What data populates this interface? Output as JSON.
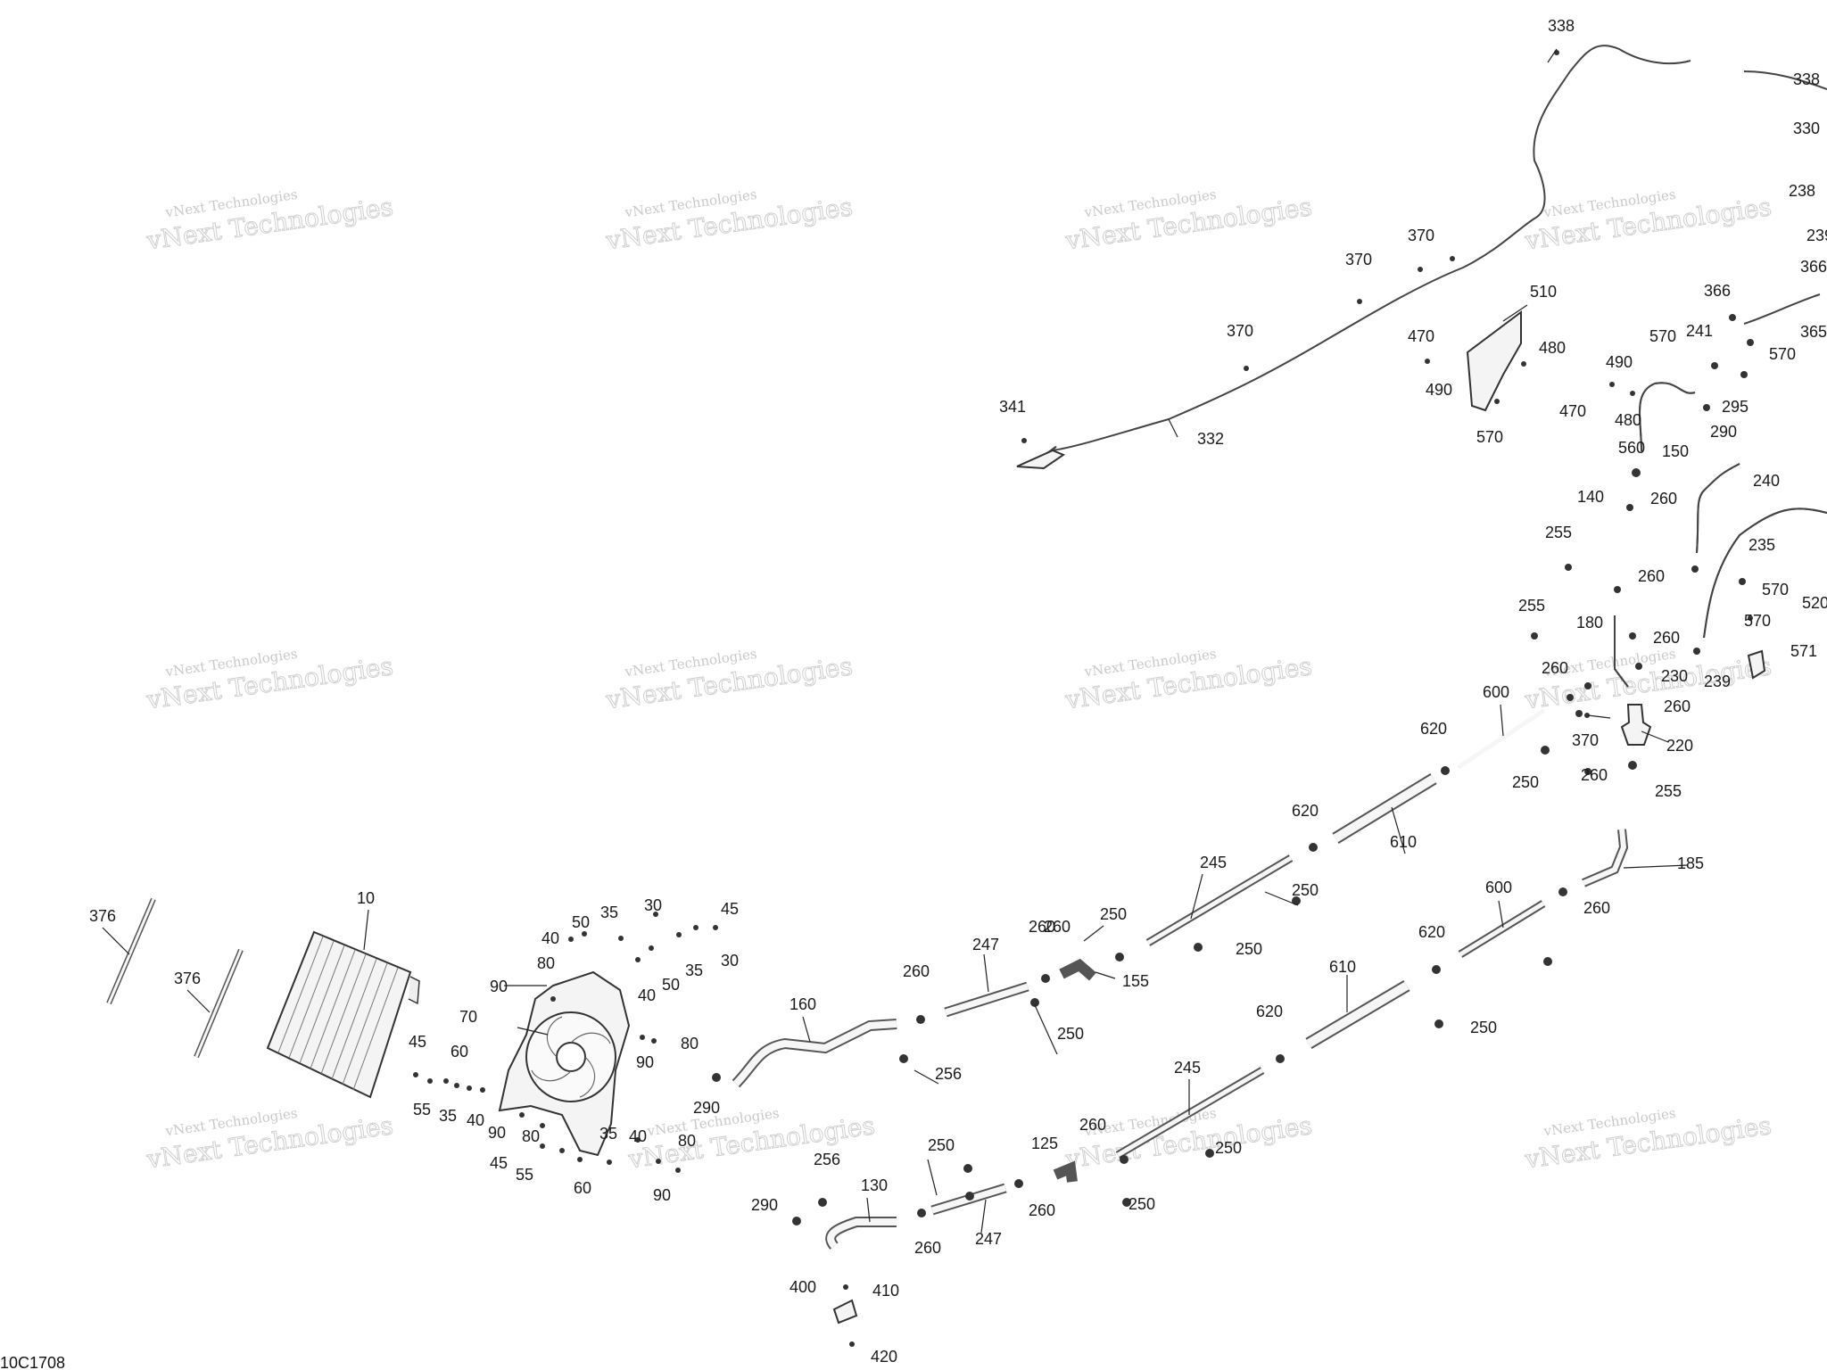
{
  "watermark": {
    "line1": "vNext Technologies",
    "big": "vNext Technologies",
    "big_short": "Technologies"
  },
  "figure_ref": "10C1708",
  "callouts": [
    {
      "id": "c338a",
      "text": "338"
    },
    {
      "id": "c338b",
      "text": "338"
    },
    {
      "id": "c330",
      "text": "330"
    },
    {
      "id": "c238",
      "text": "238"
    },
    {
      "id": "c239t",
      "text": "239"
    },
    {
      "id": "c366b",
      "text": "366"
    },
    {
      "id": "c366",
      "text": "366"
    },
    {
      "id": "c365",
      "text": "365"
    },
    {
      "id": "c370a",
      "text": "370"
    },
    {
      "id": "c370b",
      "text": "370"
    },
    {
      "id": "c370c",
      "text": "370"
    },
    {
      "id": "c341",
      "text": "341"
    },
    {
      "id": "c332",
      "text": "332"
    },
    {
      "id": "c510",
      "text": "510"
    },
    {
      "id": "c470a",
      "text": "470"
    },
    {
      "id": "c490a",
      "text": "490"
    },
    {
      "id": "c480a",
      "text": "480"
    },
    {
      "id": "c570a",
      "text": "570"
    },
    {
      "id": "c490b",
      "text": "490"
    },
    {
      "id": "c470b",
      "text": "470"
    },
    {
      "id": "c480b",
      "text": "480"
    },
    {
      "id": "c570b",
      "text": "570"
    },
    {
      "id": "c241",
      "text": "241"
    },
    {
      "id": "c570c",
      "text": "570"
    },
    {
      "id": "c295",
      "text": "295"
    },
    {
      "id": "c290a",
      "text": "290"
    },
    {
      "id": "c150",
      "text": "150"
    },
    {
      "id": "c560",
      "text": "560"
    },
    {
      "id": "c240",
      "text": "240"
    },
    {
      "id": "c140",
      "text": "140"
    },
    {
      "id": "c260a",
      "text": "260"
    },
    {
      "id": "c255a",
      "text": "255"
    },
    {
      "id": "c235",
      "text": "235"
    },
    {
      "id": "c260b",
      "text": "260"
    },
    {
      "id": "c570d",
      "text": "570"
    },
    {
      "id": "c520",
      "text": "520"
    },
    {
      "id": "c255b",
      "text": "255"
    },
    {
      "id": "c180",
      "text": "180"
    },
    {
      "id": "c570e",
      "text": "570"
    },
    {
      "id": "c260c",
      "text": "260"
    },
    {
      "id": "c571",
      "text": "571"
    },
    {
      "id": "c260d",
      "text": "260"
    },
    {
      "id": "c230",
      "text": "230"
    },
    {
      "id": "c239",
      "text": "239"
    },
    {
      "id": "c600a",
      "text": "600"
    },
    {
      "id": "c260e",
      "text": "260"
    },
    {
      "id": "c370d",
      "text": "370"
    },
    {
      "id": "c620a",
      "text": "620"
    },
    {
      "id": "c220",
      "text": "220"
    },
    {
      "id": "c250a",
      "text": "250"
    },
    {
      "id": "c260f",
      "text": "260"
    },
    {
      "id": "c255c",
      "text": "255"
    },
    {
      "id": "c620b",
      "text": "620"
    },
    {
      "id": "c610a",
      "text": "610"
    },
    {
      "id": "c185",
      "text": "185"
    },
    {
      "id": "c245a",
      "text": "245"
    },
    {
      "id": "c250b",
      "text": "250"
    },
    {
      "id": "c600b",
      "text": "600"
    },
    {
      "id": "c260g",
      "text": "260"
    },
    {
      "id": "c260h",
      "text": "260"
    },
    {
      "id": "c250c",
      "text": "250"
    },
    {
      "id": "c247a",
      "text": "247"
    },
    {
      "id": "c260i",
      "text": "260"
    },
    {
      "id": "c155",
      "text": "155"
    },
    {
      "id": "c620c",
      "text": "620"
    },
    {
      "id": "c250d",
      "text": "250"
    },
    {
      "id": "c610b",
      "text": "610"
    },
    {
      "id": "c260j",
      "text": "260"
    },
    {
      "id": "c160",
      "text": "160"
    },
    {
      "id": "c250e",
      "text": "250"
    },
    {
      "id": "c620d",
      "text": "620"
    },
    {
      "id": "c250f",
      "text": "250"
    },
    {
      "id": "c256a",
      "text": "256"
    },
    {
      "id": "c245b",
      "text": "245"
    },
    {
      "id": "c10",
      "text": "10"
    },
    {
      "id": "c376a",
      "text": "376"
    },
    {
      "id": "c376b",
      "text": "376"
    },
    {
      "id": "c30a",
      "text": "30"
    },
    {
      "id": "c35a",
      "text": "35"
    },
    {
      "id": "c45a",
      "text": "45"
    },
    {
      "id": "c50a",
      "text": "50"
    },
    {
      "id": "c40a",
      "text": "40"
    },
    {
      "id": "c35b",
      "text": "35"
    },
    {
      "id": "c30b",
      "text": "30"
    },
    {
      "id": "c80a",
      "text": "80"
    },
    {
      "id": "c50b",
      "text": "50"
    },
    {
      "id": "c90a",
      "text": "90"
    },
    {
      "id": "c40b",
      "text": "40"
    },
    {
      "id": "c70",
      "text": "70"
    },
    {
      "id": "c80b",
      "text": "80"
    },
    {
      "id": "c45b",
      "text": "45"
    },
    {
      "id": "c60a",
      "text": "60"
    },
    {
      "id": "c90b",
      "text": "90"
    },
    {
      "id": "c55a",
      "text": "55"
    },
    {
      "id": "c35c",
      "text": "35"
    },
    {
      "id": "c40c",
      "text": "40"
    },
    {
      "id": "c290b",
      "text": "290"
    },
    {
      "id": "c90c",
      "text": "90"
    },
    {
      "id": "c80c",
      "text": "80"
    },
    {
      "id": "c35d",
      "text": "35"
    },
    {
      "id": "c40d",
      "text": "40"
    },
    {
      "id": "c80d",
      "text": "80"
    },
    {
      "id": "c45c",
      "text": "45"
    },
    {
      "id": "c55b",
      "text": "55"
    },
    {
      "id": "c60b",
      "text": "60"
    },
    {
      "id": "c90d",
      "text": "90"
    },
    {
      "id": "c260k",
      "text": "260"
    },
    {
      "id": "c250g",
      "text": "250"
    },
    {
      "id": "c125",
      "text": "125"
    },
    {
      "id": "c256b",
      "text": "256"
    },
    {
      "id": "c250h",
      "text": "250"
    },
    {
      "id": "c130",
      "text": "130"
    },
    {
      "id": "c290c",
      "text": "290"
    },
    {
      "id": "c260l",
      "text": "260"
    },
    {
      "id": "c260m",
      "text": "260"
    },
    {
      "id": "c247b",
      "text": "247"
    },
    {
      "id": "c250i",
      "text": "250"
    },
    {
      "id": "c400",
      "text": "400"
    },
    {
      "id": "c410",
      "text": "410"
    },
    {
      "id": "c420",
      "text": "420"
    }
  ]
}
